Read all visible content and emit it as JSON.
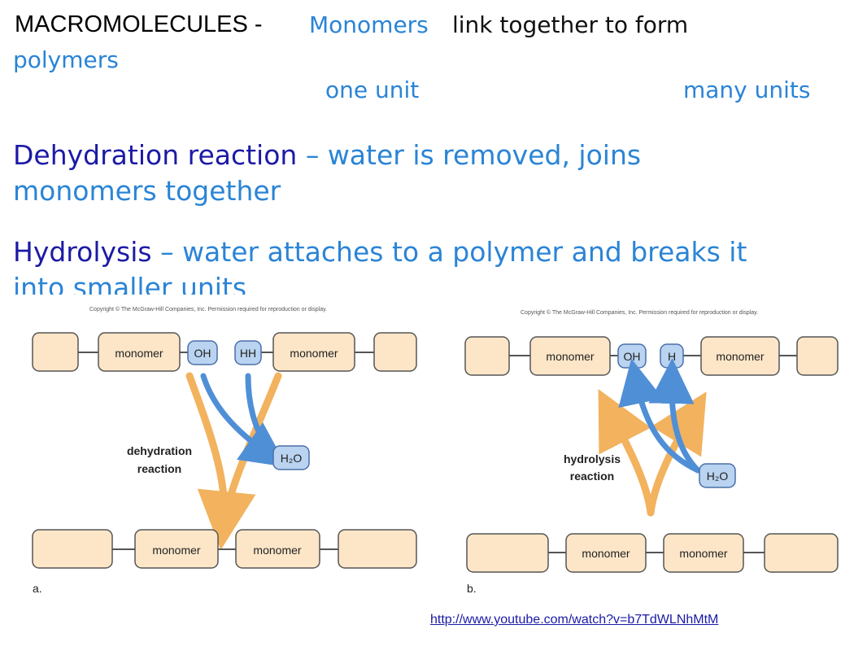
{
  "header": {
    "macro": "MACROMOLECULES -",
    "monomers_word": "Monomers",
    "rest": "link together to form",
    "polymers_word": "polymers",
    "one_unit": "one unit",
    "many_units": "many units"
  },
  "dehydration": {
    "term": "Dehydration reaction",
    "def_line1": "– water is removed, joins",
    "def_line2": "monomers together"
  },
  "hydrolysis": {
    "term": "Hydrolysis",
    "def_line1": "– water attaches to a polymer and breaks it",
    "def_line2": "into smaller units"
  },
  "panel_a": {
    "copyright": "Copyright © The McGraw-Hill Companies, Inc. Permission required for reproduction or display.",
    "monomer": "monomer",
    "oh": "OH",
    "hh": "HH",
    "h2o": "H₂O",
    "label1": "dehydration",
    "label2": "reaction",
    "letter": "a."
  },
  "panel_b": {
    "copyright": "Copyright © The McGraw-Hill Companies, Inc. Permission required for reproduction or display.",
    "monomer": "monomer",
    "oh": "OH",
    "h": "H",
    "h2o": "H₂O",
    "label1": "hydrolysis",
    "label2": "reaction",
    "letter": "b."
  },
  "colors": {
    "blue": "#2a84d6",
    "navy": "#1c1aa6",
    "tan_box": "#fde6c8",
    "blue_box": "#b9d3f0",
    "orange_arrow": "#f2b25e",
    "blue_arrow": "#4f8fd6"
  },
  "link": {
    "url": "http://www.youtube.com/watch?v=b7TdWLNhMtM"
  }
}
